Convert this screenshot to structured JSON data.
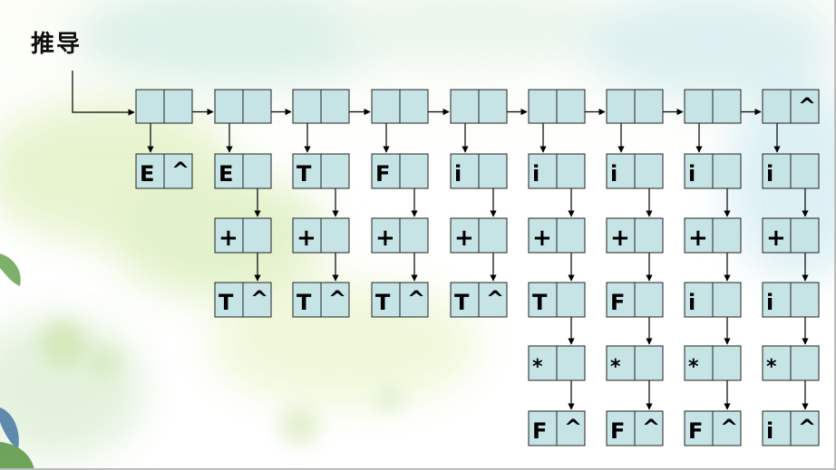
{
  "title": "推导",
  "top_row": [
    {
      "value": ""
    },
    {
      "value": ""
    },
    {
      "value": ""
    },
    {
      "value": ""
    },
    {
      "value": ""
    },
    {
      "value": ""
    },
    {
      "value": ""
    },
    {
      "value": ""
    },
    {
      "value": "^"
    }
  ],
  "columns": [
    [
      {
        "symbol": "E",
        "next": "^"
      }
    ],
    [
      {
        "symbol": "E",
        "next": ""
      },
      {
        "symbol": "+",
        "next": ""
      },
      {
        "symbol": "T",
        "next": "^"
      }
    ],
    [
      {
        "symbol": "T",
        "next": ""
      },
      {
        "symbol": "+",
        "next": ""
      },
      {
        "symbol": "T",
        "next": "^"
      }
    ],
    [
      {
        "symbol": "F",
        "next": ""
      },
      {
        "symbol": "+",
        "next": ""
      },
      {
        "symbol": "T",
        "next": "^"
      }
    ],
    [
      {
        "symbol": "i",
        "next": ""
      },
      {
        "symbol": "+",
        "next": ""
      },
      {
        "symbol": "T",
        "next": "^"
      }
    ],
    [
      {
        "symbol": "i",
        "next": ""
      },
      {
        "symbol": "+",
        "next": ""
      },
      {
        "symbol": "T",
        "next": ""
      },
      {
        "symbol": "*",
        "next": ""
      },
      {
        "symbol": "F",
        "next": "^"
      }
    ],
    [
      {
        "symbol": "i",
        "next": ""
      },
      {
        "symbol": "+",
        "next": ""
      },
      {
        "symbol": "F",
        "next": ""
      },
      {
        "symbol": "*",
        "next": ""
      },
      {
        "symbol": "F",
        "next": "^"
      }
    ],
    [
      {
        "symbol": "i",
        "next": ""
      },
      {
        "symbol": "+",
        "next": ""
      },
      {
        "symbol": "i",
        "next": ""
      },
      {
        "symbol": "*",
        "next": ""
      },
      {
        "symbol": "F",
        "next": "^"
      }
    ],
    [
      {
        "symbol": "i",
        "next": ""
      },
      {
        "symbol": "+",
        "next": ""
      },
      {
        "symbol": "i",
        "next": ""
      },
      {
        "symbol": "*",
        "next": ""
      },
      {
        "symbol": "i",
        "next": "^"
      }
    ]
  ],
  "colors": {
    "cell_fill": "#c6e4e6",
    "cell_border": "#222222",
    "arrow": "#000000"
  }
}
